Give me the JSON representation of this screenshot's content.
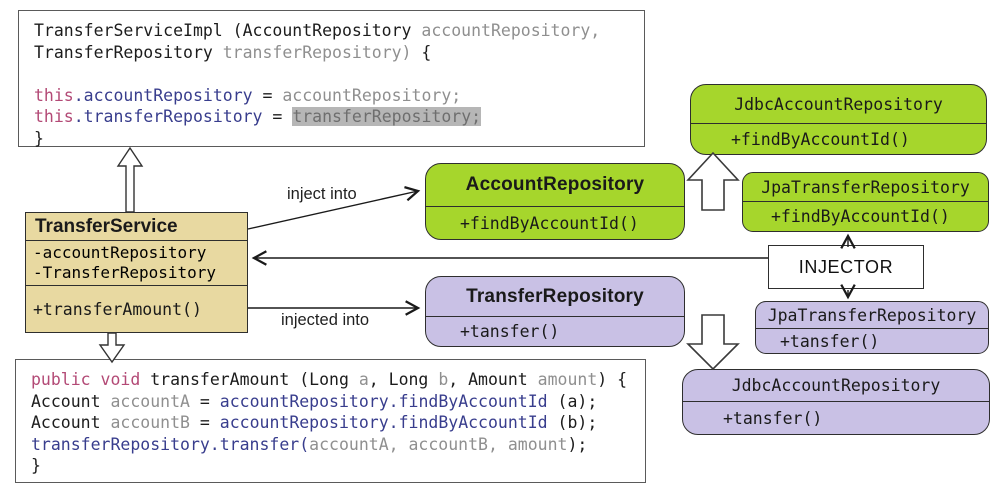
{
  "diagram": {
    "colors": {
      "green": "#a6d62c",
      "purple": "#c9c1e5",
      "tan": "#e8d9a1",
      "code_keyword": "#b34a76",
      "code_member": "#383d8d",
      "code_param": "#8f8f8f",
      "code_text": "#1c1c1c",
      "highlight_bg": "#b6b6b6",
      "line": "#1a1a1a"
    },
    "labels": {
      "inject_into": "inject into",
      "injected_into": "injected into"
    },
    "injector": {
      "label": "INJECTOR"
    },
    "classes": {
      "transfer_service": {
        "title": "TransferService",
        "attributes": [
          "-accountRepository",
          "-TransferRepository"
        ],
        "methods": [
          "+transferAmount()"
        ]
      },
      "account_repository": {
        "title": "AccountRepository",
        "methods": [
          "+findByAccountId()"
        ]
      },
      "transfer_repository": {
        "title": "TransferRepository",
        "methods": [
          "+tansfer()"
        ]
      },
      "jdbc_account_repository_impl": {
        "title": "JdbcAccountRepository",
        "methods": [
          "+findByAccountId()"
        ]
      },
      "jpa_transfer_repository_impl": {
        "title": "JpaTransferRepository",
        "methods": [
          "+findByAccountId()"
        ]
      },
      "jpa_transfer_repository_injected": {
        "title": "JpaTransferRepository",
        "methods": [
          "+tansfer()"
        ]
      },
      "jdbc_account_repository_injected": {
        "title": "JdbcAccountRepository",
        "methods": [
          "+tansfer()"
        ]
      }
    }
  },
  "top_code": {
    "lines": [
      [
        {
          "t": "TransferServiceImpl (AccountRepository ",
          "s": "b"
        },
        {
          "t": "accountRepository,",
          "s": "g"
        }
      ],
      [
        {
          "t": "TransferRepository ",
          "s": "b"
        },
        {
          "t": "transferRepository)",
          "s": "g"
        },
        {
          "t": " {",
          "s": "b"
        }
      ],
      [],
      [
        {
          "t": "this",
          "s": "k"
        },
        {
          "t": ".accountRepository",
          "s": "n"
        },
        {
          "t": " = ",
          "s": "b"
        },
        {
          "t": "accountRepository;",
          "s": "g"
        }
      ],
      [
        {
          "t": "this",
          "s": "k"
        },
        {
          "t": ".transferRepository",
          "s": "n"
        },
        {
          "t": " = ",
          "s": "b"
        },
        {
          "t": "transferRepository;",
          "s": "h"
        }
      ],
      [
        {
          "t": "}",
          "s": "b"
        }
      ]
    ]
  },
  "bottom_code": {
    "lines": [
      [
        {
          "t": "public void",
          "s": "k"
        },
        {
          "t": " transferAmount (Long ",
          "s": "b"
        },
        {
          "t": "a",
          "s": "g"
        },
        {
          "t": ", Long ",
          "s": "b"
        },
        {
          "t": "b",
          "s": "g"
        },
        {
          "t": ", Amount ",
          "s": "b"
        },
        {
          "t": "amount",
          "s": "g"
        },
        {
          "t": ") {",
          "s": "b"
        }
      ],
      [
        {
          "t": "Account ",
          "s": "b"
        },
        {
          "t": "accountA",
          "s": "g"
        },
        {
          "t": " = ",
          "s": "b"
        },
        {
          "t": "accountRepository.findByAccountId",
          "s": "n"
        },
        {
          "t": " (a);",
          "s": "b"
        }
      ],
      [
        {
          "t": "Account ",
          "s": "b"
        },
        {
          "t": "accountB",
          "s": "g"
        },
        {
          "t": " = ",
          "s": "b"
        },
        {
          "t": "accountRepository.findByAccountId",
          "s": "n"
        },
        {
          "t": " (b);",
          "s": "b"
        }
      ],
      [
        {
          "t": "transferRepository.transfer(",
          "s": "n"
        },
        {
          "t": "accountA, accountB, amount",
          "s": "g"
        },
        {
          "t": ");",
          "s": "b"
        }
      ],
      [
        {
          "t": "}",
          "s": "b"
        }
      ]
    ]
  }
}
